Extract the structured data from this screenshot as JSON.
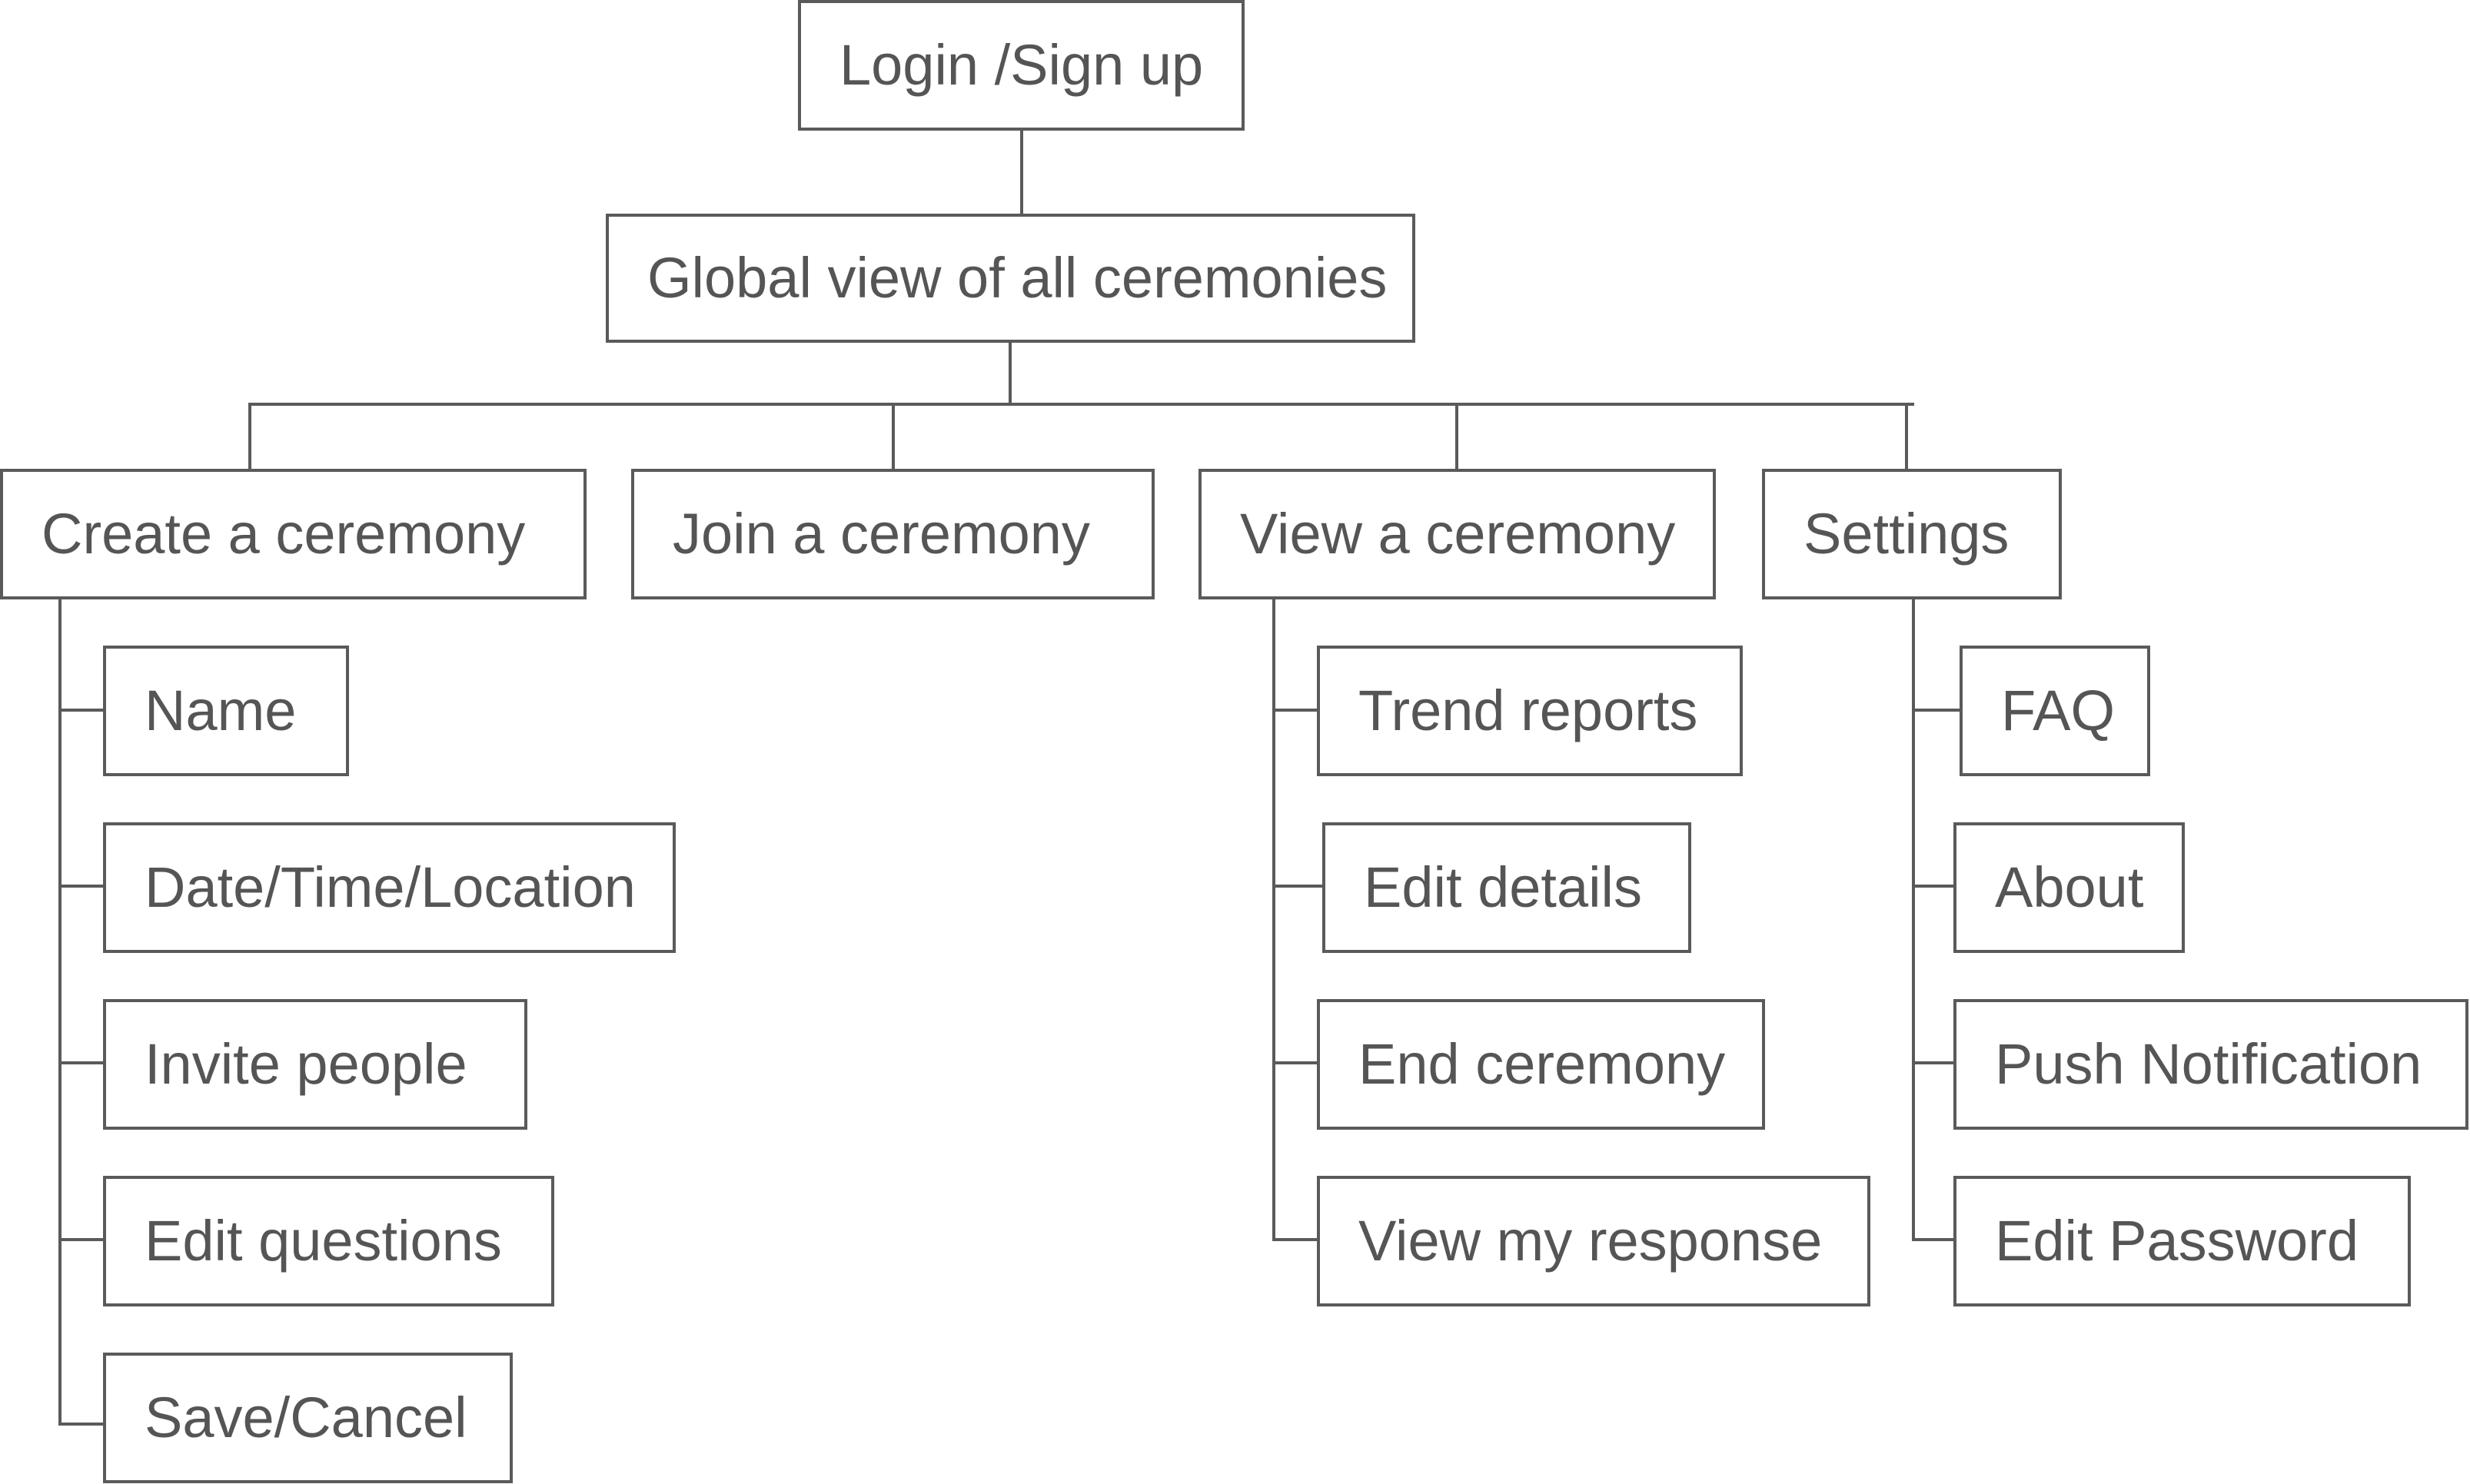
{
  "diagram": {
    "root": "Login /Sign up",
    "global": "Global view of all ceremonies",
    "branches": {
      "create": {
        "label": "Create a ceremony",
        "children": [
          "Name",
          "Date/Time/Location",
          "Invite people",
          "Edit questions",
          "Save/Cancel"
        ]
      },
      "join": {
        "label": "Join a ceremony",
        "children": []
      },
      "view": {
        "label": "View a ceremony",
        "children": [
          "Trend reports",
          "Edit details",
          "End ceremony",
          "View my response"
        ]
      },
      "settings": {
        "label": "Settings",
        "children": [
          "FAQ",
          "About",
          "Push Notification",
          "Edit Password"
        ]
      }
    }
  },
  "style": {
    "line_color": "#5a5a5a",
    "text_color": "#555555",
    "background": "#ffffff"
  }
}
